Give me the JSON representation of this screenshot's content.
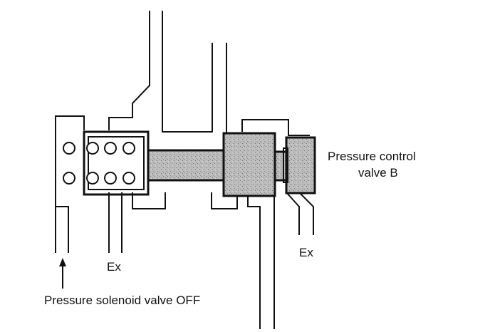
{
  "labels": {
    "valve_name_line1": "Pressure control",
    "valve_name_line2": "valve B",
    "exhaust_left": "Ex",
    "exhaust_right": "Ex",
    "solenoid_state": "Pressure solenoid valve OFF"
  },
  "colors": {
    "line": "#111111",
    "shaded_fill": "#b9b9b9",
    "background": "#ffffff"
  }
}
